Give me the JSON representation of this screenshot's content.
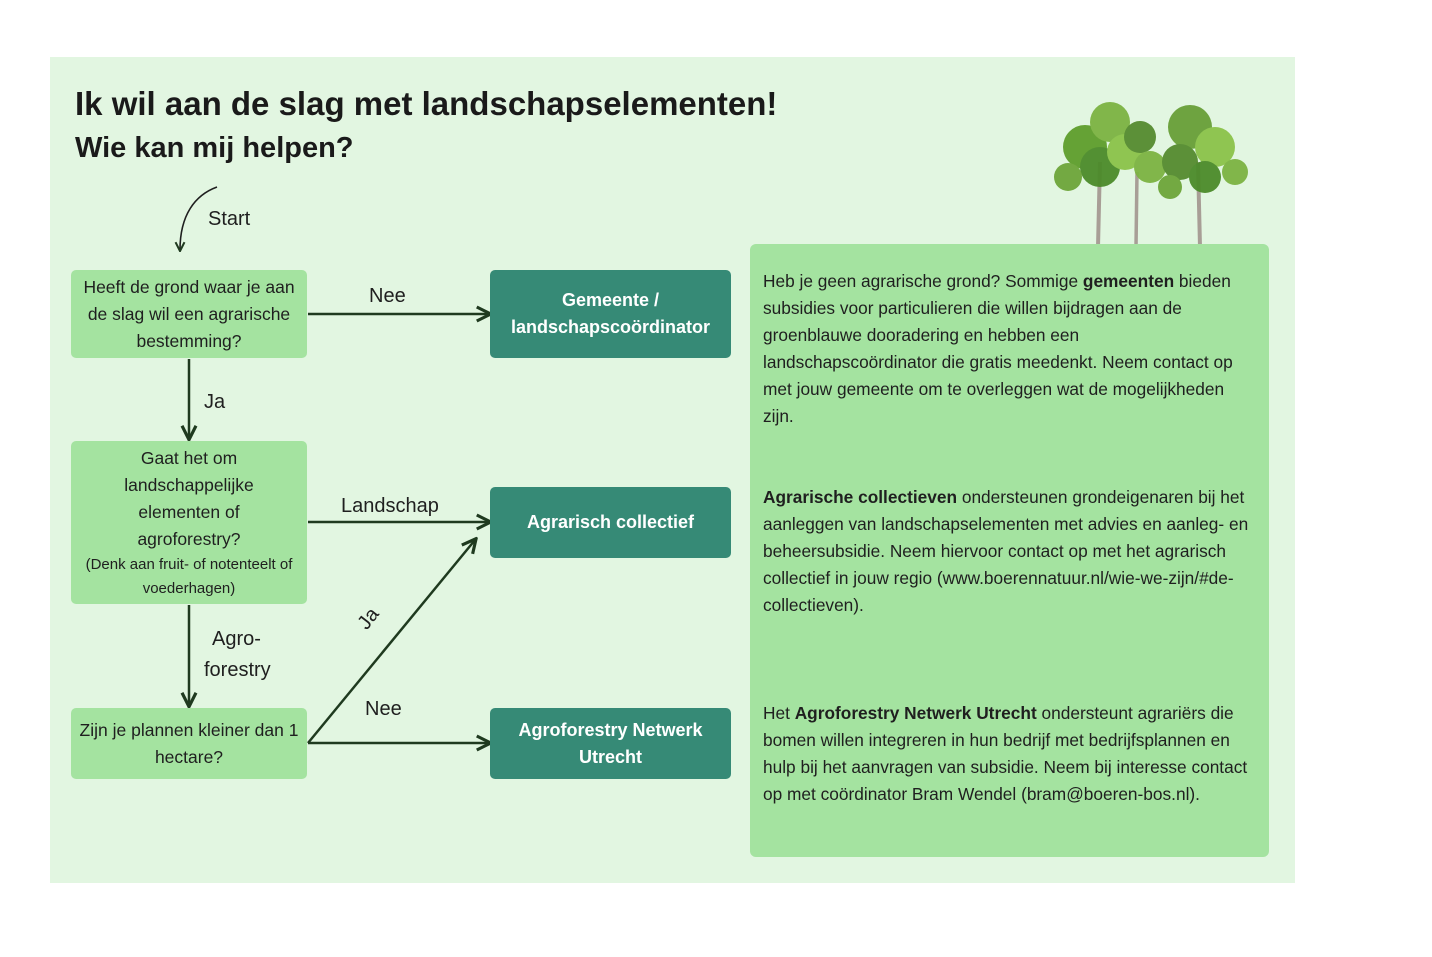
{
  "title": "Ik wil aan de slag met landschapselementen!",
  "subtitle": "Wie kan mij helpen?",
  "colors": {
    "panel": "#e2f6e1",
    "question_box": "#a4e3a0",
    "result_box": "#368a76",
    "info_box": "#a4e3a0",
    "arrow": "#1f3a1f"
  },
  "flow": {
    "start_label": "Start",
    "q1": "Heeft de grond waar je aan de slag wil een agrarische bestemming?",
    "q2": "Gaat het om landschappelijke elementen of agroforestry?",
    "q2_note": "(Denk aan fruit- of notenteelt of voederhagen)",
    "q3": "Zijn je plannen kleiner dan 1 hectare?",
    "r1_line1": "Gemeente /",
    "r1_line2": "landschapscoördinator",
    "r2": "Agrarisch collectief",
    "r3": "Agroforestry Netwerk Utrecht",
    "edge_q1_r1": "Nee",
    "edge_q1_q2": "Ja",
    "edge_q2_r2": "Landschap",
    "edge_q2_q3_line1": "Agro-",
    "edge_q2_q3_line2": "forestry",
    "edge_q3_r2": "Ja",
    "edge_q3_r3": "Nee"
  },
  "info": {
    "p1_a": "Heb je geen agrarische grond? Sommige ",
    "p1_b": "gemeenten",
    "p1_c": " bieden subsidies voor particulieren die willen bijdragen aan de groenblauwe dooradering en hebben een landschapscoördinator die gratis meedenkt. Neem contact op met jouw gemeente om te overleggen wat de mogelijkheden zijn.",
    "p2_a": "Agrarische collectieven",
    "p2_b": " ondersteunen grondeigenaren bij het aanleggen van landschapselementen met advies en aanleg- en beheersubsidie. Neem hiervoor contact op met het agrarisch collectief in jouw regio (www.boerennatuur.nl/wie-we-zijn/#de-collectieven).",
    "p3_a": "Het ",
    "p3_b": "Agroforestry Netwerk Utrecht",
    "p3_c": " ondersteunt agrariërs die bomen willen integreren in hun bedrijf met bedrijfsplannen en hulp bij het aanvragen van subsidie. Neem bij interesse contact op met coördinator Bram Wendel (bram@boeren-bos.nl)."
  },
  "decoration": "trees-illustration"
}
